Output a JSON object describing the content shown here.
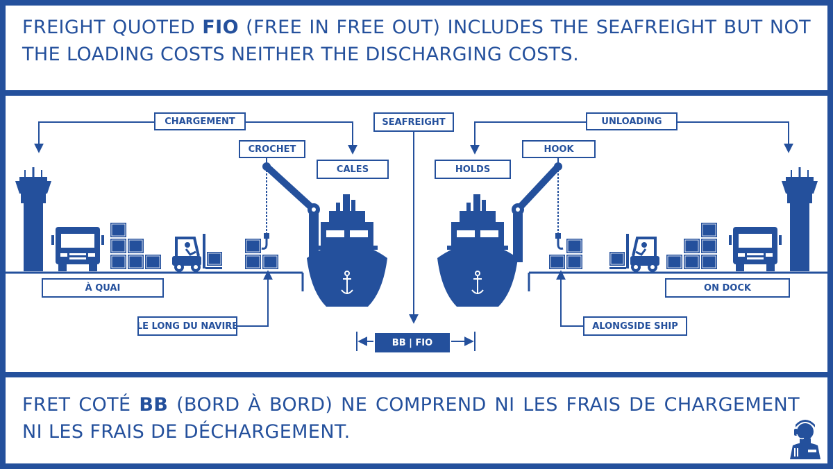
{
  "top_text": {
    "before": "FREIGHT QUOTED ",
    "bold": "FIO",
    "after": " (FREE IN FREE OUT) INCLUDES THE SEAFREIGHT BUT NOT THE LOADING COSTS NEITHER THE DISCHARGING COSTS."
  },
  "bottom_text": {
    "before": "FRET COTÉ ",
    "bold": "BB",
    "after": " (BORD À BORD) NE COMPREND NI LES FRAIS DE CHARGEMENT NI LES FRAIS DE DÉCHARGEMENT."
  },
  "labels": {
    "chargement": "CHARGEMENT",
    "crochet": "CROCHET",
    "cales": "CALES",
    "seafreight": "SEAFREIGHT",
    "holds": "HOLDS",
    "hook": "HOOK",
    "unloading": "UNLOADING",
    "a_quai": "À QUAI",
    "le_long": "LE LONG DU NAVIRE",
    "bb_fio": "BB | FIO",
    "alongside": "ALONGSIDE SHIP",
    "on_dock": "ON DOCK"
  },
  "colors": {
    "brand": "#24509c",
    "background": "#ffffff"
  },
  "icons": [
    "control-tower-icon",
    "truck-icon",
    "cargo-box-icon",
    "forklift-icon",
    "crane-icon",
    "hook-icon",
    "ship-icon",
    "anchor-icon",
    "operator-mascot-icon"
  ]
}
